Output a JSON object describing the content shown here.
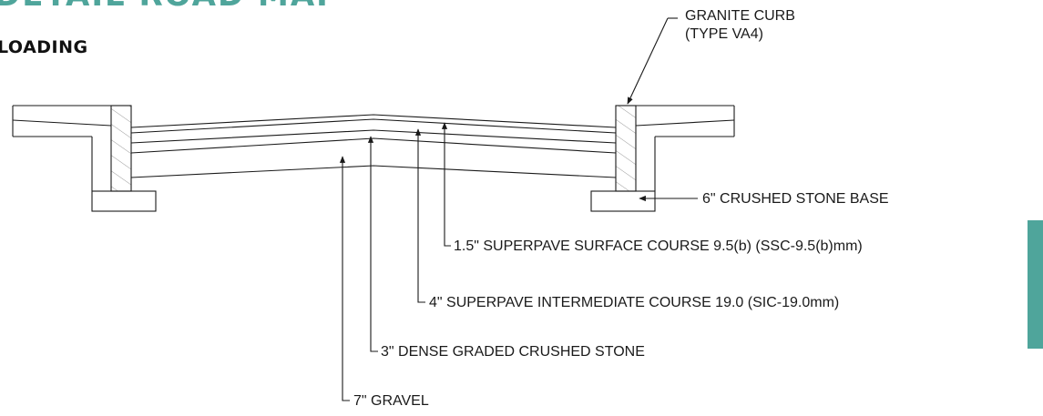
{
  "header": {
    "title": "DETAIL ROAD MAP",
    "subheading": "LOADING"
  },
  "diagram": {
    "callouts": {
      "curb_line1": "GRANITE CURB",
      "curb_line2": "(TYPE VA4)",
      "base": "6\" CRUSHED STONE BASE",
      "surface": "1.5\" SUPERPAVE SURFACE COURSE 9.5(b) (SSC-9.5(b)mm)",
      "intermediate": "4\" SUPERPAVE INTERMEDIATE COURSE 19.0 (SIC-19.0mm)",
      "dense": "3\" DENSE GRADED CRUSHED STONE",
      "gravel": "7\" GRAVEL"
    }
  },
  "colors": {
    "accent": "#4fa59b",
    "line": "#1a1a1a",
    "hatch": "#9a9a9a"
  }
}
